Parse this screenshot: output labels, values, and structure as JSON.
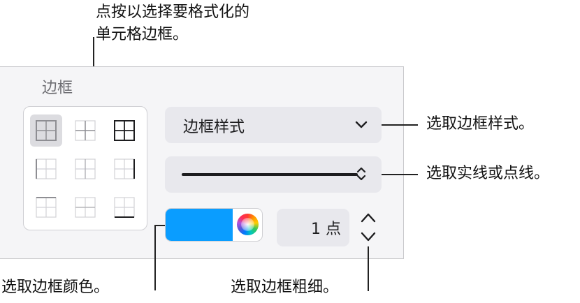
{
  "callouts": {
    "cell_borders": "点按以选择要格式化的",
    "cell_borders_line2": "单元格边框。",
    "border_style": "选取边框样式。",
    "line_type": "选取实线或点线。",
    "border_color": "选取边框颜色。",
    "border_weight": "选取边框粗细。"
  },
  "panel": {
    "title": "边框",
    "border_style_dropdown": {
      "label": "边框样式"
    },
    "line_dropdown": {
      "selected": "solid-line"
    },
    "color": {
      "value": "#0A9DFF"
    },
    "weight": {
      "value": "1 点"
    }
  },
  "colors": {
    "accent_swatch": "#0A9DFF",
    "panel_bg": "#F5F5F7",
    "control_bg": "#E8E8ED"
  },
  "border_buttons": [
    [
      "all-borders-selected",
      "inside-borders",
      "outer-and-inside-borders"
    ],
    [
      "left-border",
      "inside-vertical-border",
      "right-border"
    ],
    [
      "top-border",
      "inside-horizontal-border",
      "bottom-border"
    ]
  ]
}
